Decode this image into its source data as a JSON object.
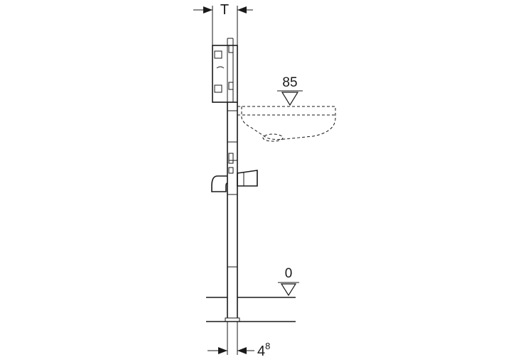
{
  "diagram": {
    "dimension_top_label": "T",
    "dimension_bottom_label": "4",
    "dimension_bottom_superscript": "8",
    "level_basin_label": "85",
    "level_floor_label": "0"
  }
}
